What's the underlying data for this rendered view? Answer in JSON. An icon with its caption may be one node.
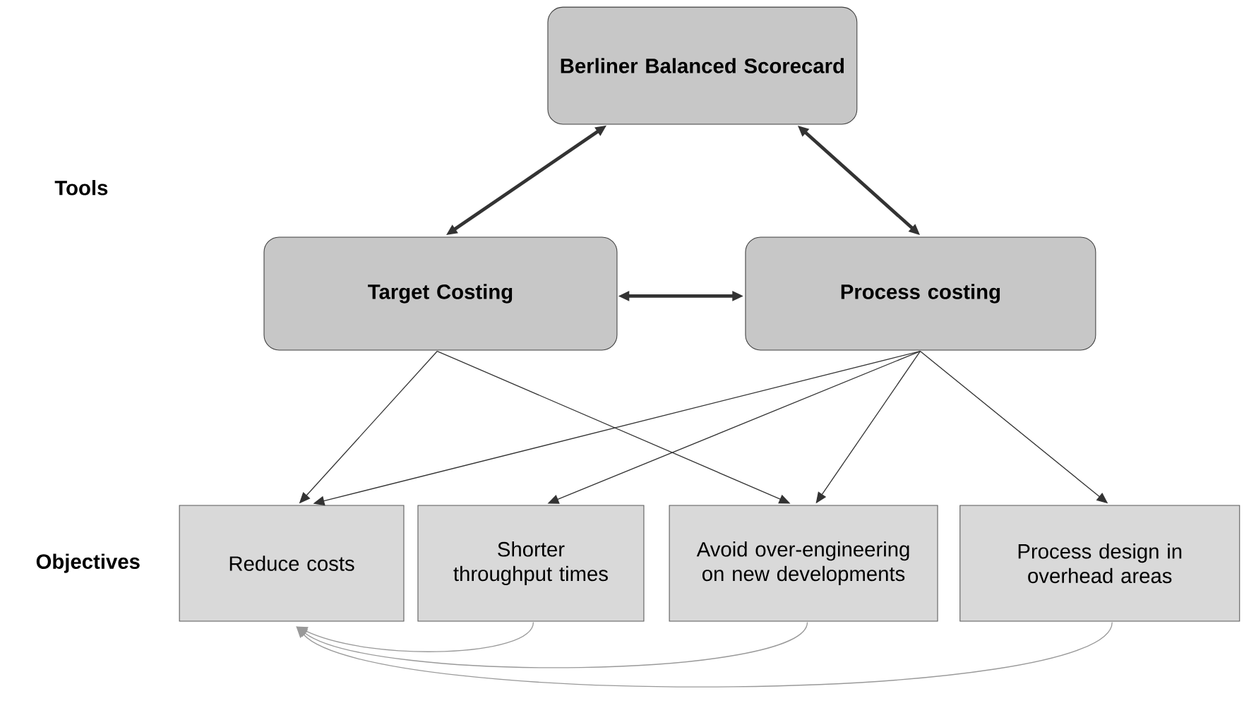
{
  "diagram": {
    "nodes": [
      {
        "text": [
          "Berliner Balanced Scorecard"
        ]
      },
      {
        "text": [
          "Target Costing"
        ]
      },
      {
        "text": [
          "Process costing"
        ]
      },
      {
        "text": [
          "Reduce costs"
        ]
      },
      {
        "text": [
          "Shorter throughput times"
        ]
      },
      {
        "text": [
          "Avoid over-engineering on new developments"
        ]
      },
      {
        "text": [
          "Process design in overhead areas"
        ]
      }
    ],
    "edges": [
      {
        "from": 0,
        "to": 1,
        "arrow": "both",
        "style": "thick"
      },
      {
        "from": 0,
        "to": 2,
        "arrow": "both",
        "style": "thick"
      },
      {
        "from": 1,
        "to": 2,
        "arrow": "both",
        "style": "thick"
      },
      {
        "from": 1,
        "to": 3,
        "arrow": "to"
      },
      {
        "from": 1,
        "to": 5,
        "arrow": "to"
      },
      {
        "from": 2,
        "to": 3,
        "arrow": "to"
      },
      {
        "from": 2,
        "to": 4,
        "arrow": "to"
      },
      {
        "from": 2,
        "to": 5,
        "arrow": "to"
      },
      {
        "from": 2,
        "to": 6,
        "arrow": "to"
      },
      {
        "from": 4,
        "to": 3,
        "arrow": "to",
        "color": "#999999"
      },
      {
        "from": 5,
        "to": 3,
        "arrow": "to",
        "color": "#999999"
      },
      {
        "from": 6,
        "to": 3,
        "arrow": "to",
        "color": "#999999"
      }
    ],
    "labels": [
      "Tools",
      "Objectives"
    ]
  }
}
